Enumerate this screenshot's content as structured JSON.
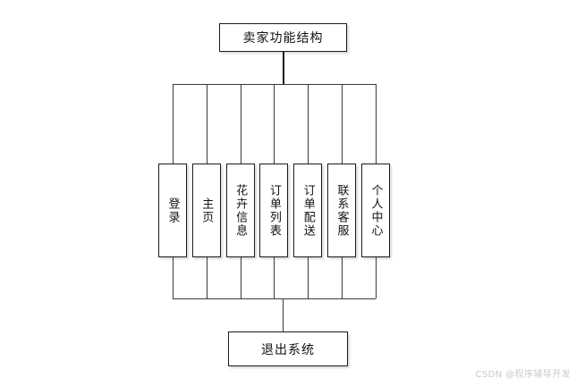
{
  "diagram": {
    "type": "tree-org-chart",
    "root": {
      "label": "卖家功能结构"
    },
    "exit": {
      "label": "退出系统"
    },
    "leaves": [
      {
        "label": "登录"
      },
      {
        "label": "主页"
      },
      {
        "label": "花卉信息"
      },
      {
        "label": "订单列表"
      },
      {
        "label": "订单配送"
      },
      {
        "label": "联系客服"
      },
      {
        "label": "个人中心"
      }
    ],
    "colors": {
      "background": "#ffffff",
      "node_border": "#1c1c1c",
      "node_fill": "#ffffff",
      "connector": "#3a3a3a",
      "text": "#111111",
      "watermark": "#c9c9cf"
    }
  },
  "watermark": {
    "text": "CSDN @程序辅导开发"
  }
}
